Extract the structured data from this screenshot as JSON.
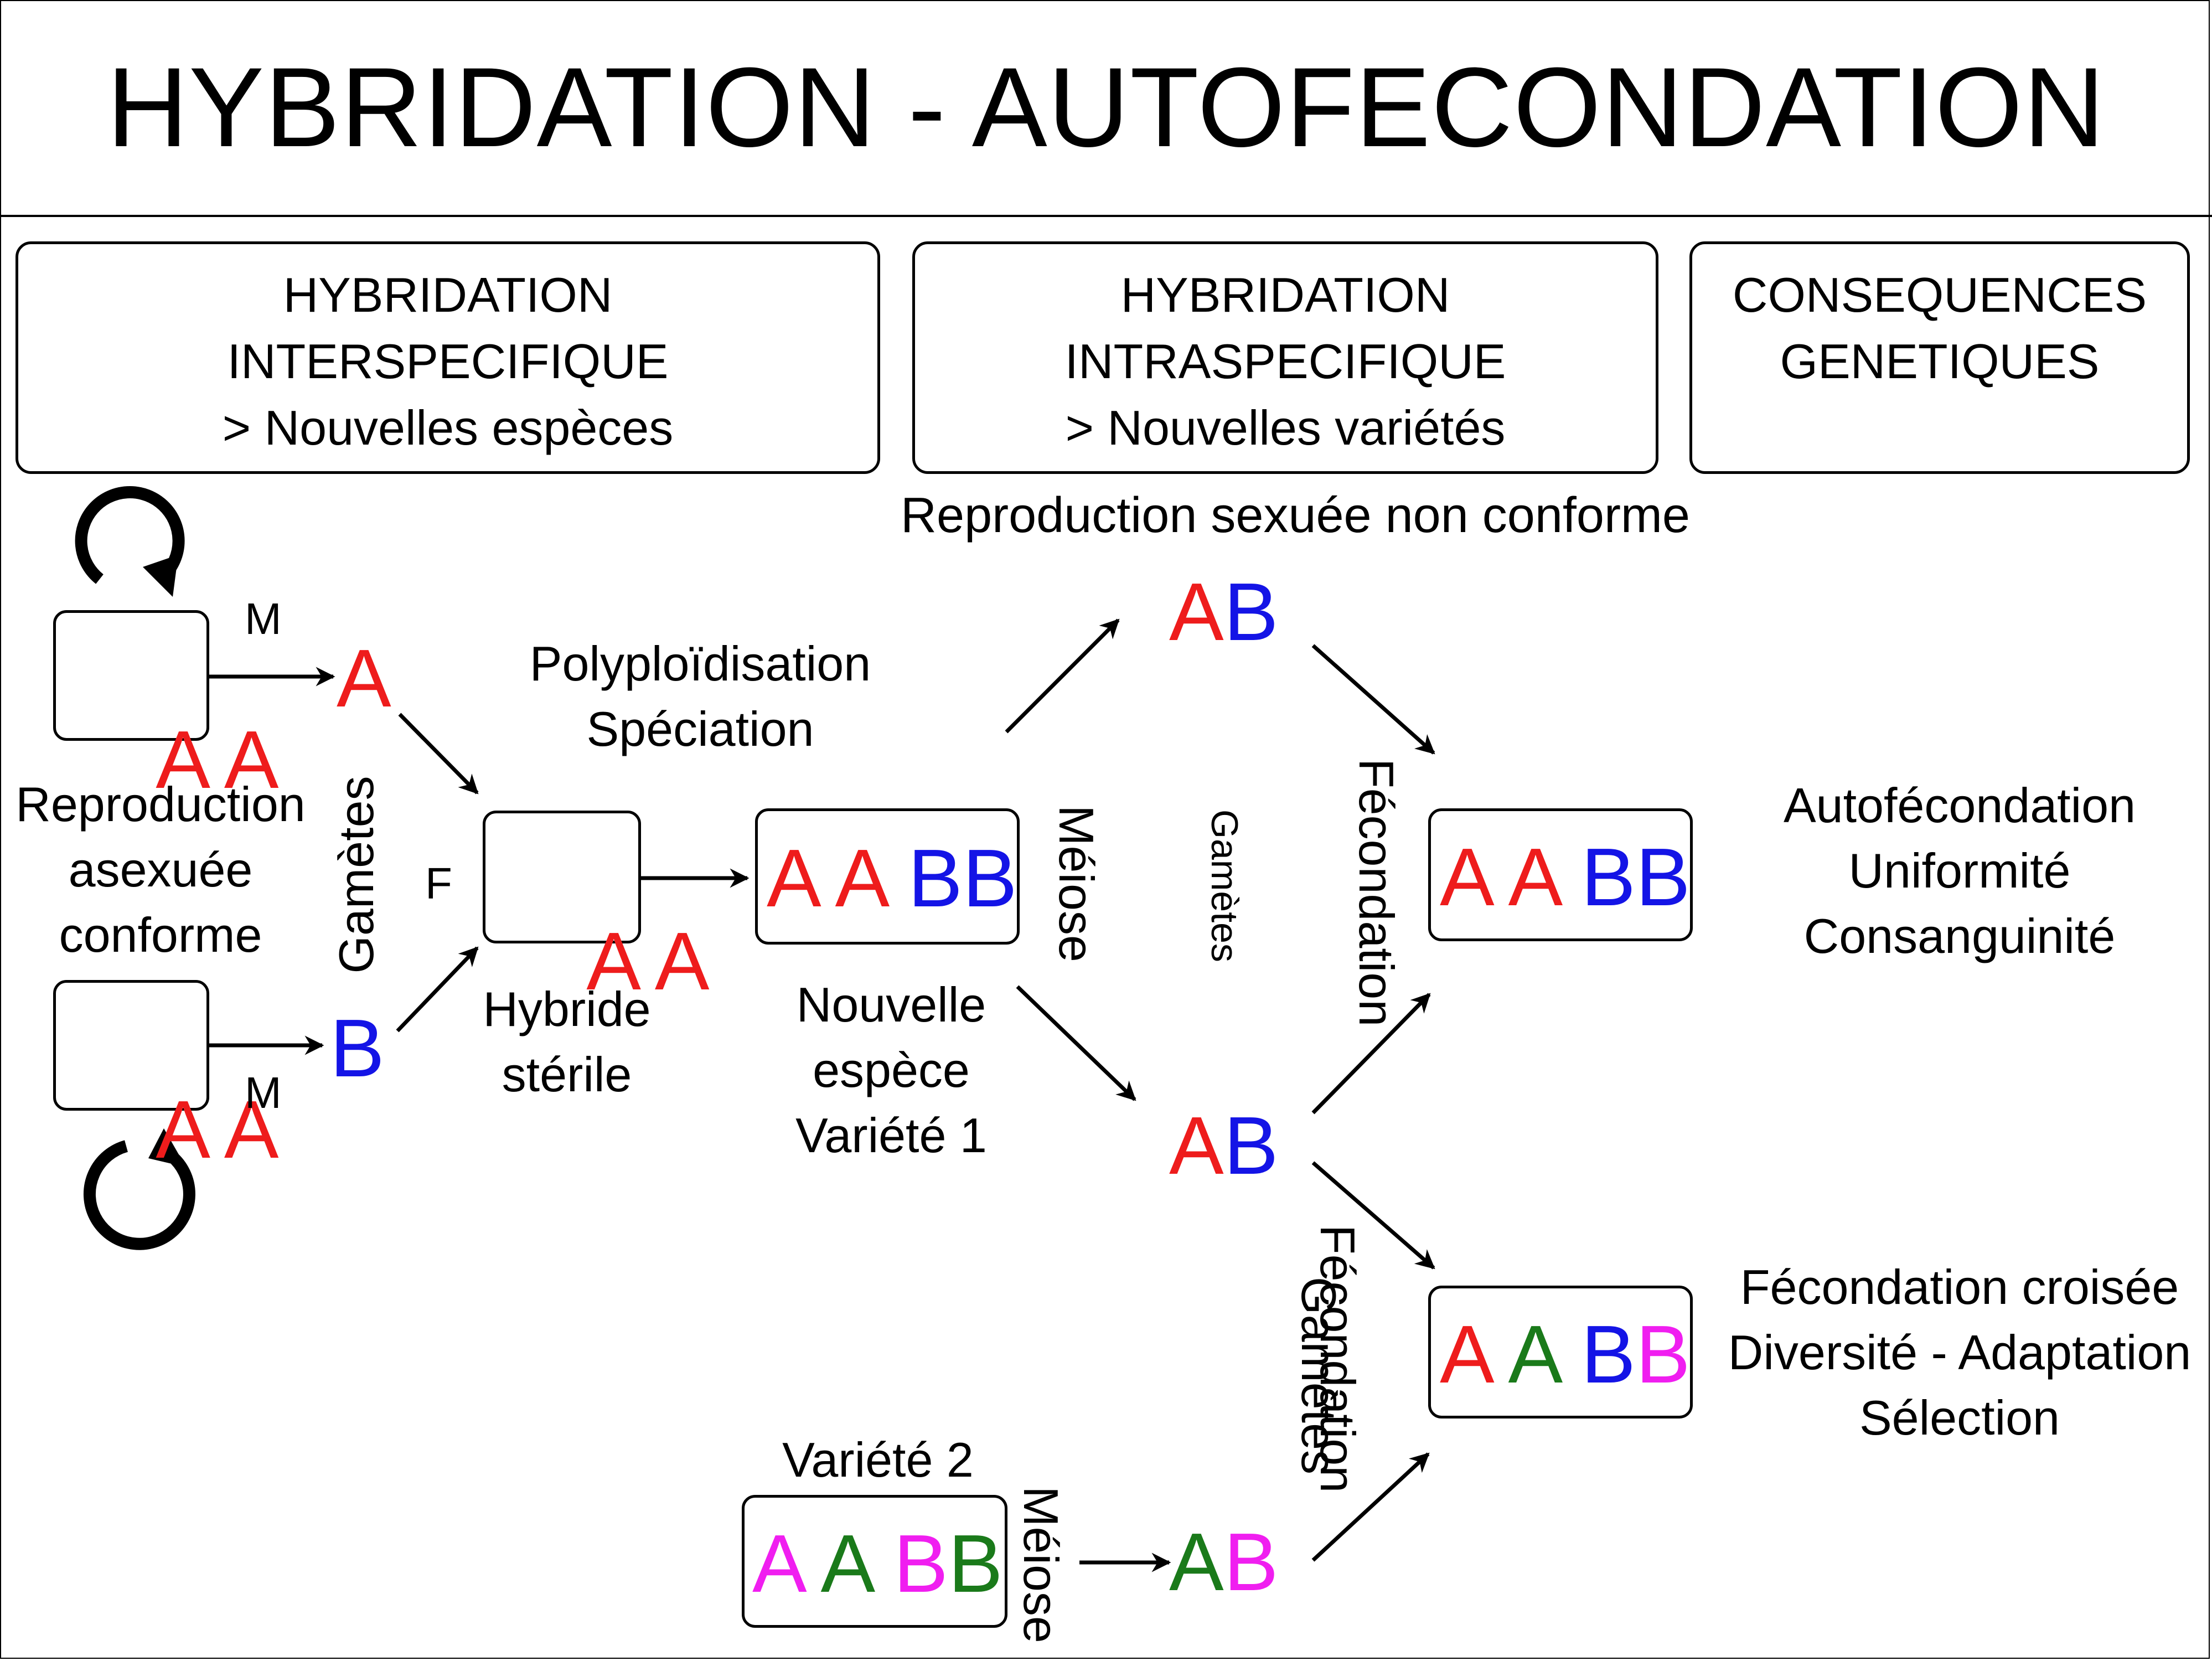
{
  "title": "HYBRIDATION - AUTOFECONDATION",
  "headers": {
    "inter": {
      "line1": "HYBRIDATION",
      "line2": "INTERSPECIFIQUE",
      "line3": "> Nouvelles espèces"
    },
    "intra": {
      "line1": "HYBRIDATION",
      "line2": "INTRASPECIFIQUE",
      "line3": "> Nouvelles variétés"
    },
    "consequences": {
      "line1": "CONSEQUENCES",
      "line2": "GENETIQUES"
    }
  },
  "labels": {
    "reproduction_asexuee": [
      "Reproduction",
      "asexuée",
      "conforme"
    ],
    "gametes_left": "Gamètes",
    "male_top": "M",
    "male_bottom": "M",
    "female": "F",
    "polyploidisation": [
      "Polyploïdisation",
      "Spéciation"
    ],
    "hybride": [
      "Hybride",
      "stérile"
    ],
    "nouvelle_espece": [
      "Nouvelle",
      "espèce",
      "Variété 1"
    ],
    "reproduction_sexuee": "Reproduction sexuée non conforme",
    "meiose_1": "Méiose",
    "gametes_mid": "Gamètes",
    "fecondation_1": "Fécondation",
    "fecondation_2": "Fécondation",
    "gametes_low": "Gamètes",
    "variete_2": "Variété 2",
    "meiose_2": "Méiose",
    "autofecondation": [
      "Autofécondation",
      "Uniformité",
      "Consanguinité"
    ],
    "croisee": [
      "Fécondation croisée",
      "Diversité - Adaptation",
      "Sélection"
    ]
  },
  "genotypes": {
    "parent_top": [
      [
        "A",
        "red"
      ],
      [
        "A",
        "red"
      ]
    ],
    "parent_bottom": [
      [
        "A",
        "red"
      ],
      [
        "A",
        "red"
      ]
    ],
    "gamete_top": [
      [
        "A",
        "red"
      ]
    ],
    "gamete_bottom": [
      [
        "B",
        "blue"
      ]
    ],
    "hybrid": [
      [
        "A",
        "red"
      ],
      [
        "A",
        "red"
      ]
    ],
    "new_species": [
      [
        "A",
        "red"
      ],
      [
        "A",
        "red"
      ],
      [
        "B",
        "blue"
      ],
      [
        "B",
        "blue"
      ]
    ],
    "gamete_ab_top": [
      [
        "A",
        "red"
      ],
      [
        "B",
        "blue"
      ]
    ],
    "gamete_ab_mid": [
      [
        "A",
        "red"
      ],
      [
        "B",
        "blue"
      ]
    ],
    "gamete_ab_low": [
      [
        "A",
        "green"
      ],
      [
        "B",
        "magenta"
      ]
    ],
    "variety_2": [
      [
        "A",
        "magenta"
      ],
      [
        "A",
        "green"
      ],
      [
        "B",
        "magenta"
      ],
      [
        "B",
        "green"
      ]
    ],
    "self_result": [
      [
        "A",
        "red"
      ],
      [
        "A",
        "red"
      ],
      [
        "B",
        "blue"
      ],
      [
        "B",
        "blue"
      ]
    ],
    "cross_result": [
      [
        "A",
        "red"
      ],
      [
        "A",
        "green"
      ],
      [
        "B",
        "blue"
      ],
      [
        "B",
        "magenta"
      ]
    ]
  },
  "colors": {
    "red": "#ee1c1c",
    "blue": "#1414e6",
    "green": "#1a7a1a",
    "magenta": "#f01ef0",
    "line": "#000000"
  },
  "icons": [
    "cycle-arrow-icon"
  ]
}
